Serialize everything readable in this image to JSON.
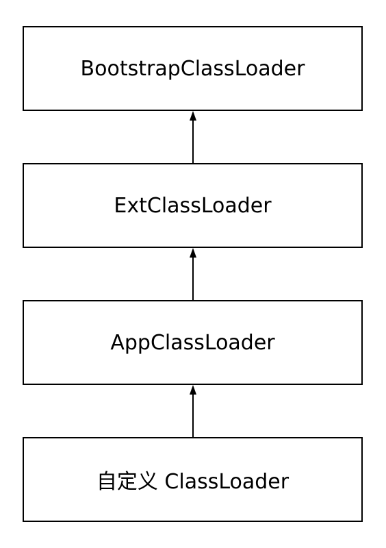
{
  "diagram": {
    "nodes": [
      {
        "id": "bootstrap",
        "label": "BootstrapClassLoader"
      },
      {
        "id": "ext",
        "label": "ExtClassLoader"
      },
      {
        "id": "app",
        "label": "AppClassLoader"
      },
      {
        "id": "custom",
        "label": "自定义 ClassLoader"
      }
    ],
    "edges": [
      {
        "from": "ext",
        "to": "bootstrap"
      },
      {
        "from": "app",
        "to": "ext"
      },
      {
        "from": "custom",
        "to": "app"
      }
    ]
  }
}
